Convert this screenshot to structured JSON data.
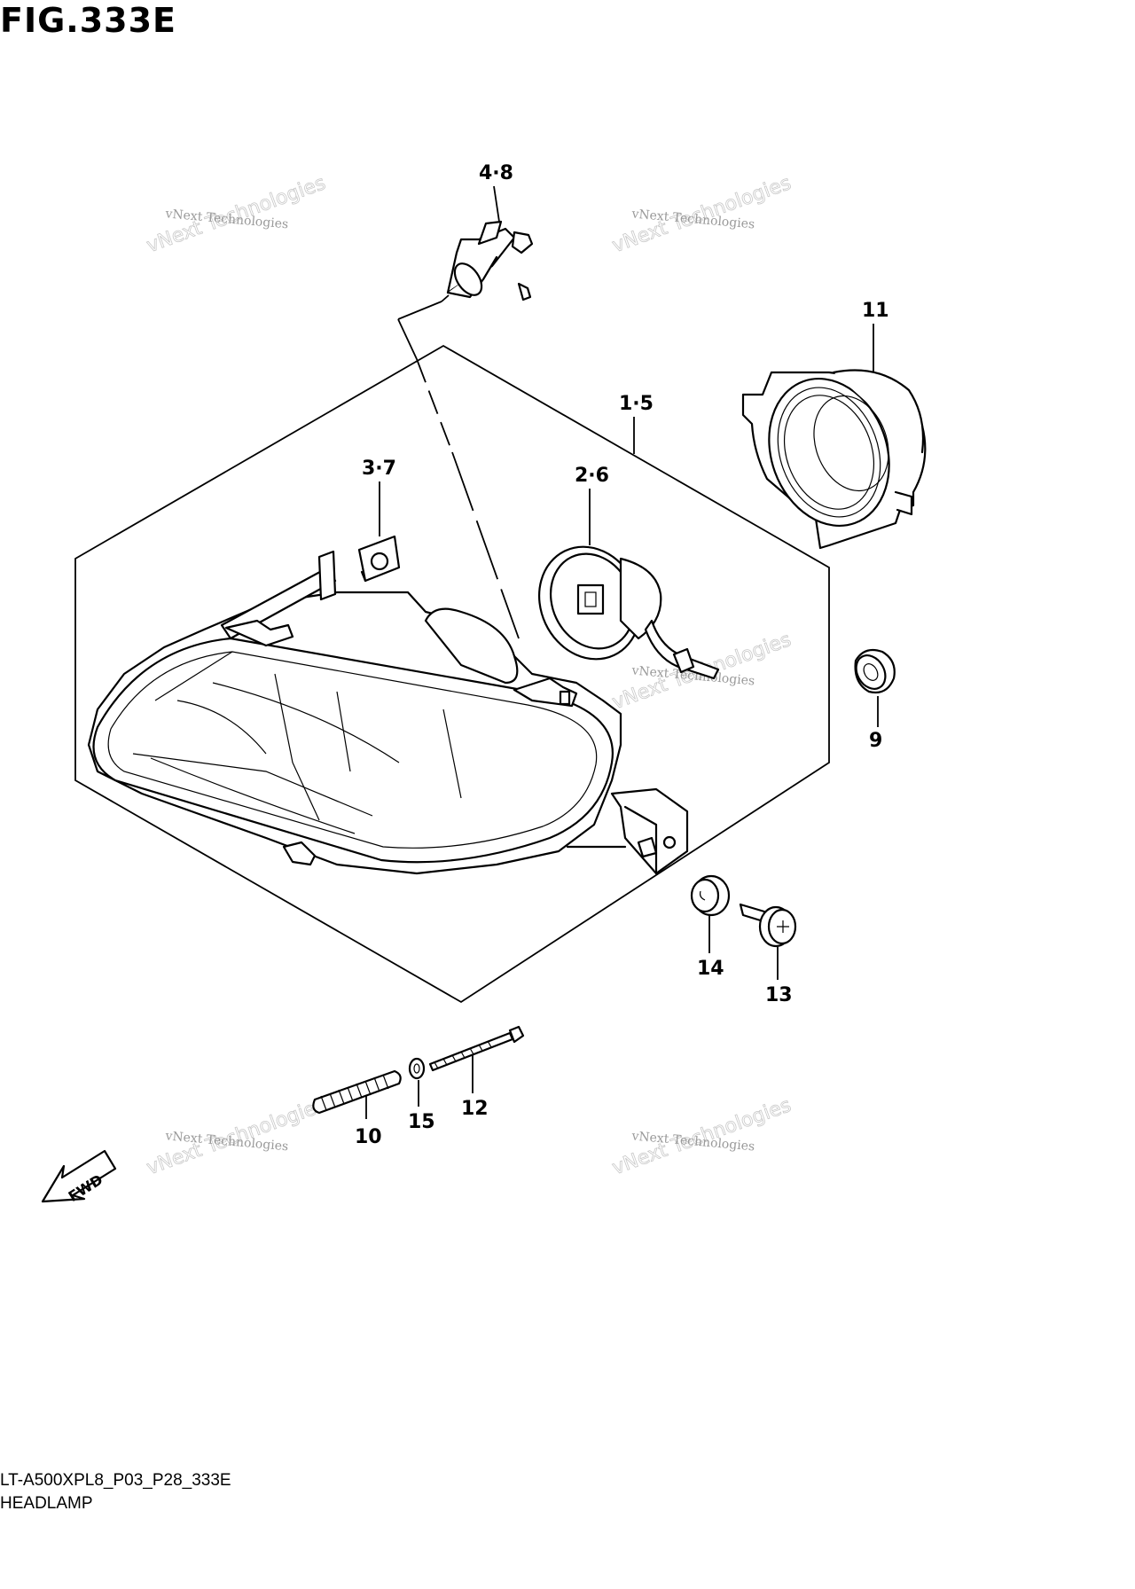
{
  "figure_title": "FIG.333E",
  "diagram_code": "LT-A500XPL8_P03_P28_333E",
  "diagram_name": "HEADLAMP",
  "fwd_label": "FWD",
  "callouts": [
    "4·8",
    "11",
    "1·5",
    "3·7",
    "2·6",
    "9",
    "14",
    "13",
    "12",
    "15",
    "10"
  ],
  "watermark": {
    "small": "vNext Technologies",
    "large": "vNext Technologies"
  }
}
